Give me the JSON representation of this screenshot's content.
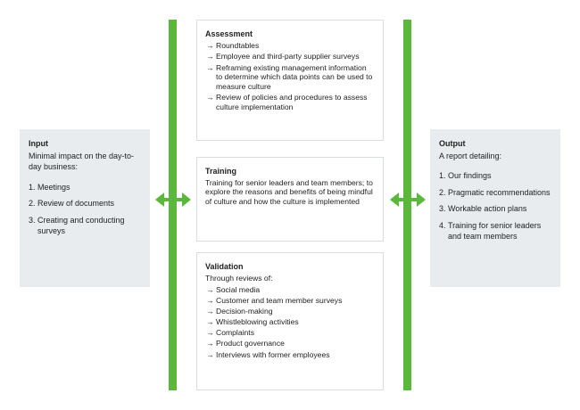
{
  "input": {
    "title": "Input",
    "description": "Minimal impact on the day-to-day business:",
    "items": [
      {
        "num": "1.",
        "text": "Meetings"
      },
      {
        "num": "2.",
        "text": "Review of documents"
      },
      {
        "num": "3.",
        "text": "Creating and conducting surveys"
      }
    ]
  },
  "assessment": {
    "title": "Assessment",
    "arrow": "→",
    "items": [
      "Roundtables",
      "Employee and third-party supplier surveys",
      "Reframing existing management information to determine which data points can be used to measure culture",
      "Review of policies and procedures to assess culture implementation"
    ]
  },
  "training": {
    "title": "Training",
    "description": "Training for senior leaders and team members; to explore the reasons and benefits of being mindful of culture and how the culture is implemented"
  },
  "validation": {
    "title": "Validation",
    "description": "Through reviews of:",
    "arrow": "→",
    "items": [
      "Social media",
      "Customer and team member surveys",
      "Decision-making",
      "Whistleblowing activities",
      "Complaints",
      "Product governance",
      "Interviews with former employees"
    ]
  },
  "output": {
    "title": "Output",
    "description": "A report detailing:",
    "items": [
      {
        "num": "1.",
        "text": "Our findings"
      },
      {
        "num": "2.",
        "text": "Pragmatic recommendations"
      },
      {
        "num": "3.",
        "text": "Workable action plans"
      },
      {
        "num": "4.",
        "text": "Training for senior leaders and team members"
      }
    ]
  },
  "colors": {
    "accent_green": "#5cb83c",
    "side_panel": "#e8ecef",
    "box_border": "#d8dde0"
  },
  "icons": {
    "connector": "double-arrow-icon"
  }
}
